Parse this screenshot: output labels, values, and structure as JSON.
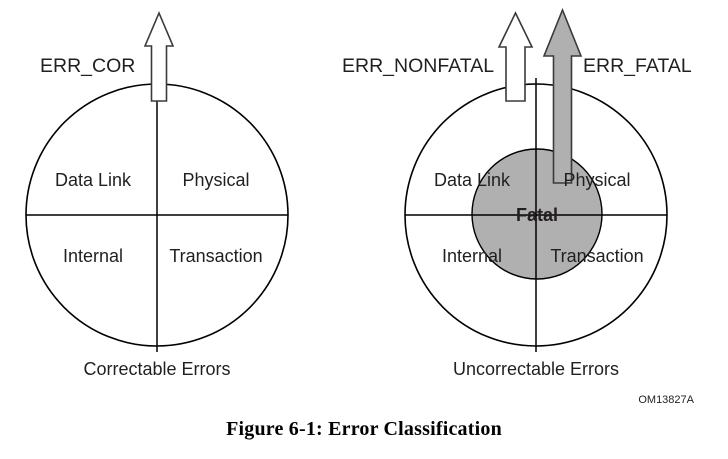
{
  "figure": {
    "caption": "Figure 6-1:  Error Classification",
    "document_code": "OM13827A"
  },
  "colors": {
    "fatal_fill": "#b0b0b0",
    "fatal_arrow_fill": "#b0b0b0",
    "nonfatal_arrow_fill": "#ffffff",
    "stroke": "#000000",
    "text": "#231f20"
  },
  "left_diagram": {
    "name": "correctable-errors",
    "signal_label": "ERR_COR",
    "caption": "Correctable Errors",
    "quadrants": [
      {
        "key": "top_left",
        "label": "Data Link"
      },
      {
        "key": "top_right",
        "label": "Physical"
      },
      {
        "key": "bottom_left",
        "label": "Internal"
      },
      {
        "key": "bottom_right",
        "label": "Transaction"
      }
    ]
  },
  "right_diagram": {
    "name": "uncorrectable-errors",
    "signal_label_nonfatal": "ERR_NONFATAL",
    "signal_label_fatal": "ERR_FATAL",
    "caption": "Uncorrectable Errors",
    "inner_region_label": "Fatal",
    "quadrants": [
      {
        "key": "top_left",
        "label": "Data Link"
      },
      {
        "key": "top_right",
        "label": "Physical"
      },
      {
        "key": "bottom_left",
        "label": "Internal"
      },
      {
        "key": "bottom_right",
        "label": "Transaction"
      }
    ]
  }
}
